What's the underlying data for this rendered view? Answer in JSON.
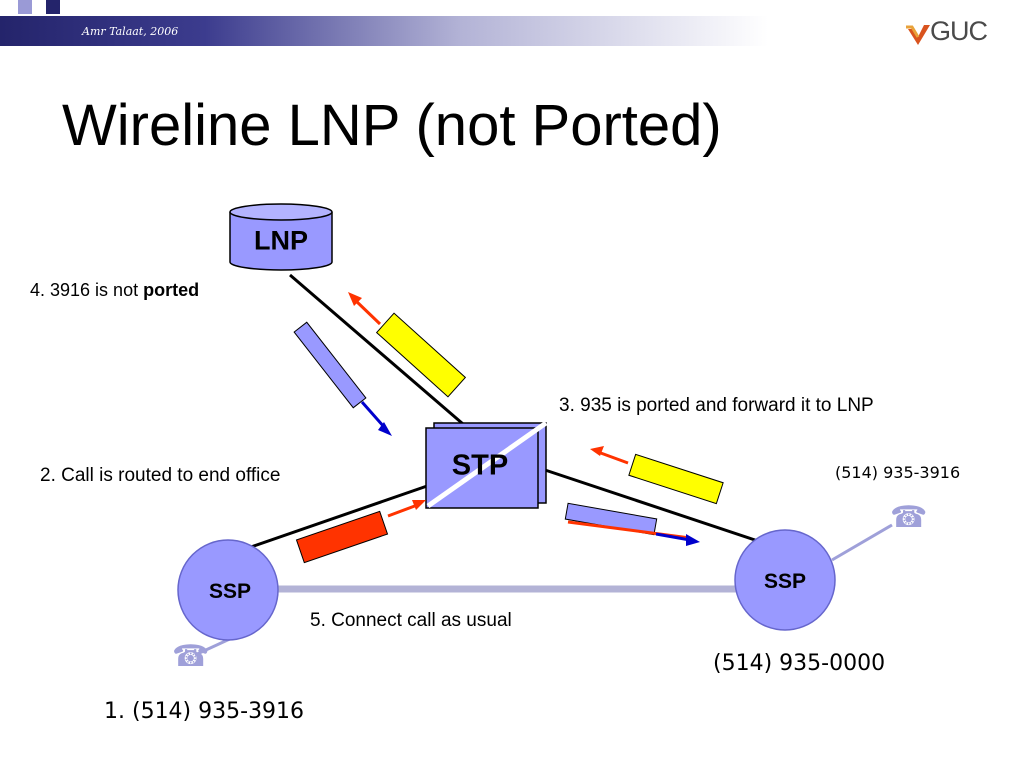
{
  "header": {
    "author": "Amr Talaat, 2006",
    "logo": "GUC"
  },
  "title": "Wireline LNP (not Ported)",
  "nodes": {
    "lnp": "LNP",
    "stp": "STP",
    "ssp_left": "SSP",
    "ssp_right": "SSP"
  },
  "steps": {
    "step1": "1. (514) 935-3916",
    "step2": "2. Call is routed to end office",
    "step3": "3. 935 is ported and forward it to LNP",
    "step4_prefix": "4. 3916 is not ",
    "step4_bold": "ported",
    "step5": "5. Connect call as usual"
  },
  "numbers": {
    "called": "(514) 935-3916",
    "calling": "(514) 935-0000"
  },
  "icons": {
    "phone_left": "telephone-icon",
    "phone_right": "telephone-icon"
  },
  "colors": {
    "node_fill": "#9999ff",
    "message_red": "#ff3300",
    "message_yellow": "#ffff00",
    "message_blue": "#9999ff",
    "arrow_blue": "#0000cc"
  }
}
